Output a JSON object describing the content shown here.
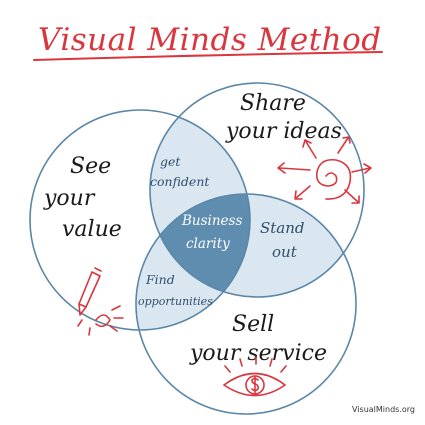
{
  "title": "Visual Minds Method",
  "circles": {
    "see": {
      "line1": "See",
      "line2": "your",
      "line3": "value"
    },
    "share": {
      "line1": "Share",
      "line2": "your ideas"
    },
    "sell": {
      "line1": "Sell",
      "line2": "your service"
    }
  },
  "overlaps": {
    "see_share": {
      "line1": "get",
      "line2": "confident"
    },
    "share_sell": {
      "line1": "Stand",
      "line2": "out"
    },
    "see_sell": {
      "line1": "Find",
      "line2": "opportunities"
    },
    "center": {
      "line1": "Business",
      "line2": "clarity"
    }
  },
  "credit": "VisualMinds.org",
  "colors": {
    "title": "#d9363e",
    "circle_stroke": "#5a86a8",
    "overlap_fill": "#dbe7f0",
    "center_fill": "#5e8db0",
    "doodle": "#d9363e",
    "ink": "#1a1a1a"
  },
  "icons": [
    "pencil-icon",
    "spiral-arrows-icon",
    "dollar-eye-icon"
  ]
}
